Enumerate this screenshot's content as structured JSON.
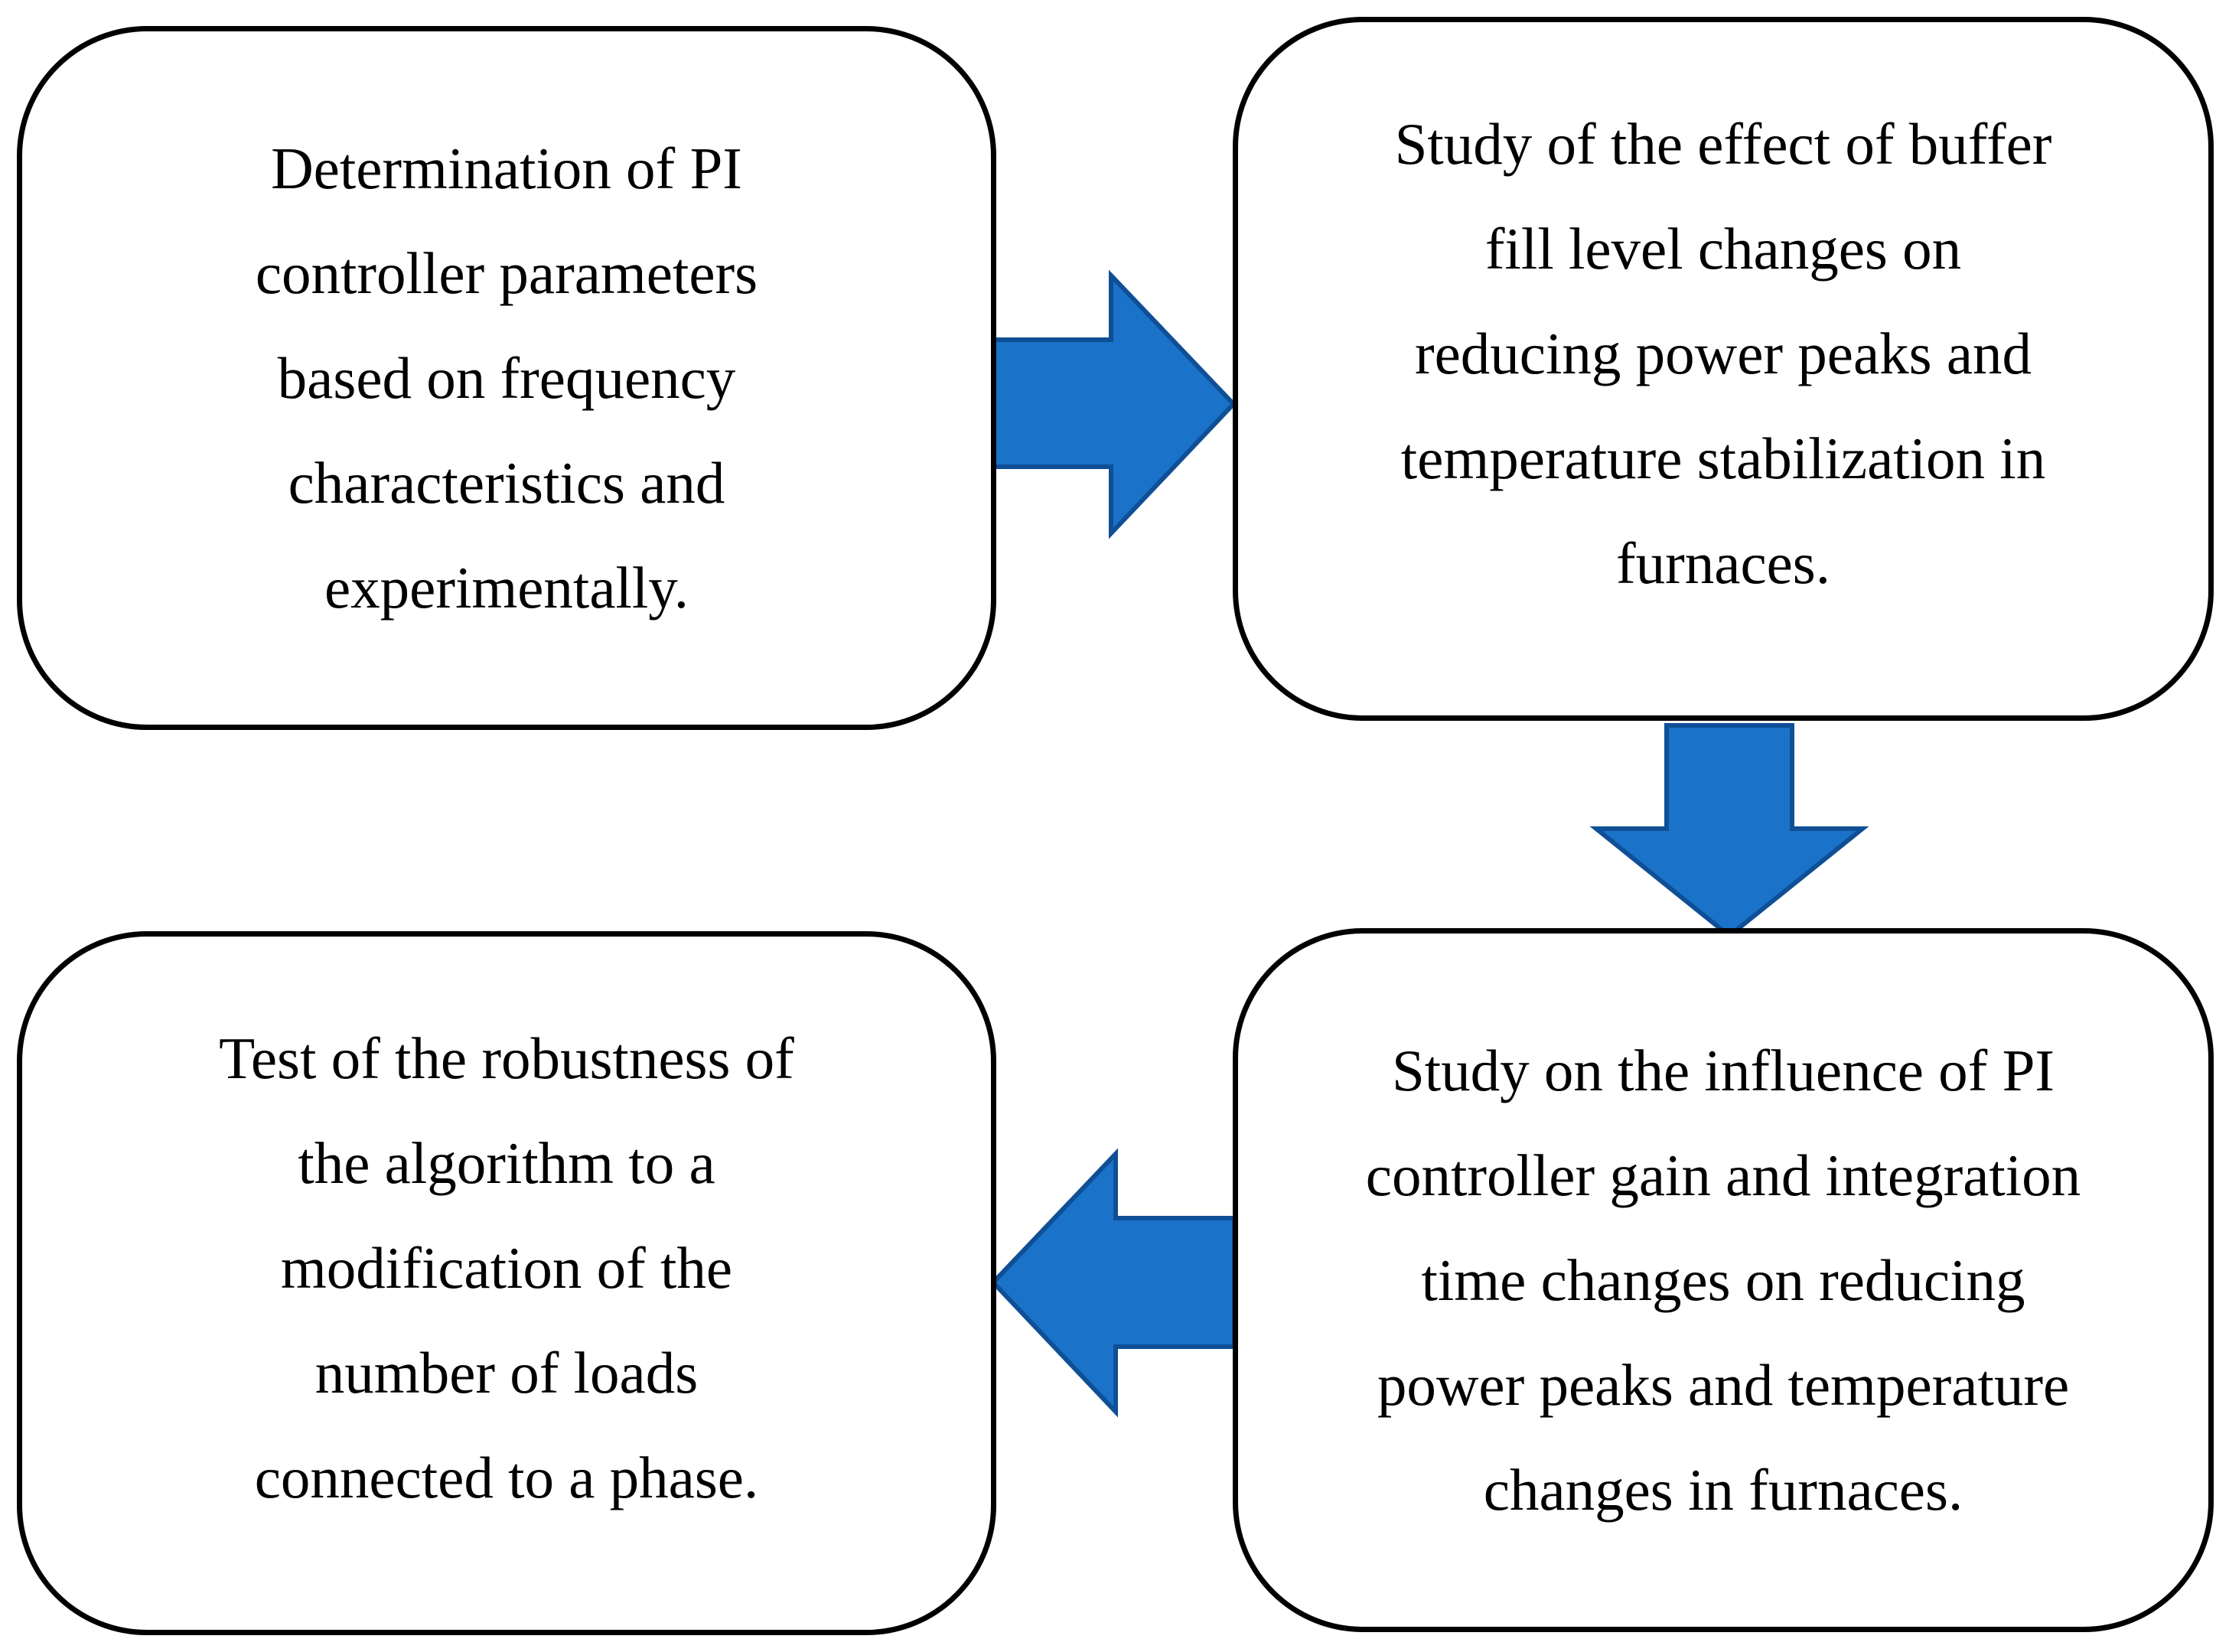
{
  "colors": {
    "arrow_fill": "#1a73c8",
    "arrow_stroke": "#0f4f96",
    "box_border": "#000000",
    "text": "#000000",
    "background": "#ffffff"
  },
  "steps": [
    {
      "text": "Determination of PI\ncontroller parameters\nbased on frequency\ncharacteristics and\nexperimentally."
    },
    {
      "text": "Study of the effect of buffer\nfill level changes on\nreducing power peaks and\ntemperature stabilization in\nfurnaces."
    },
    {
      "text": "Study on the influence of PI\ncontroller gain and integration\ntime changes on reducing\npower peaks and temperature\nchanges in furnaces."
    },
    {
      "text": "Test of the robustness of\nthe algorithm to a\nmodification of the\nnumber of loads\nconnected to a phase."
    }
  ],
  "arrows": [
    {
      "direction": "right",
      "from_step": 1,
      "to_step": 2
    },
    {
      "direction": "down",
      "from_step": 2,
      "to_step": 3
    },
    {
      "direction": "left",
      "from_step": 3,
      "to_step": 4
    }
  ]
}
